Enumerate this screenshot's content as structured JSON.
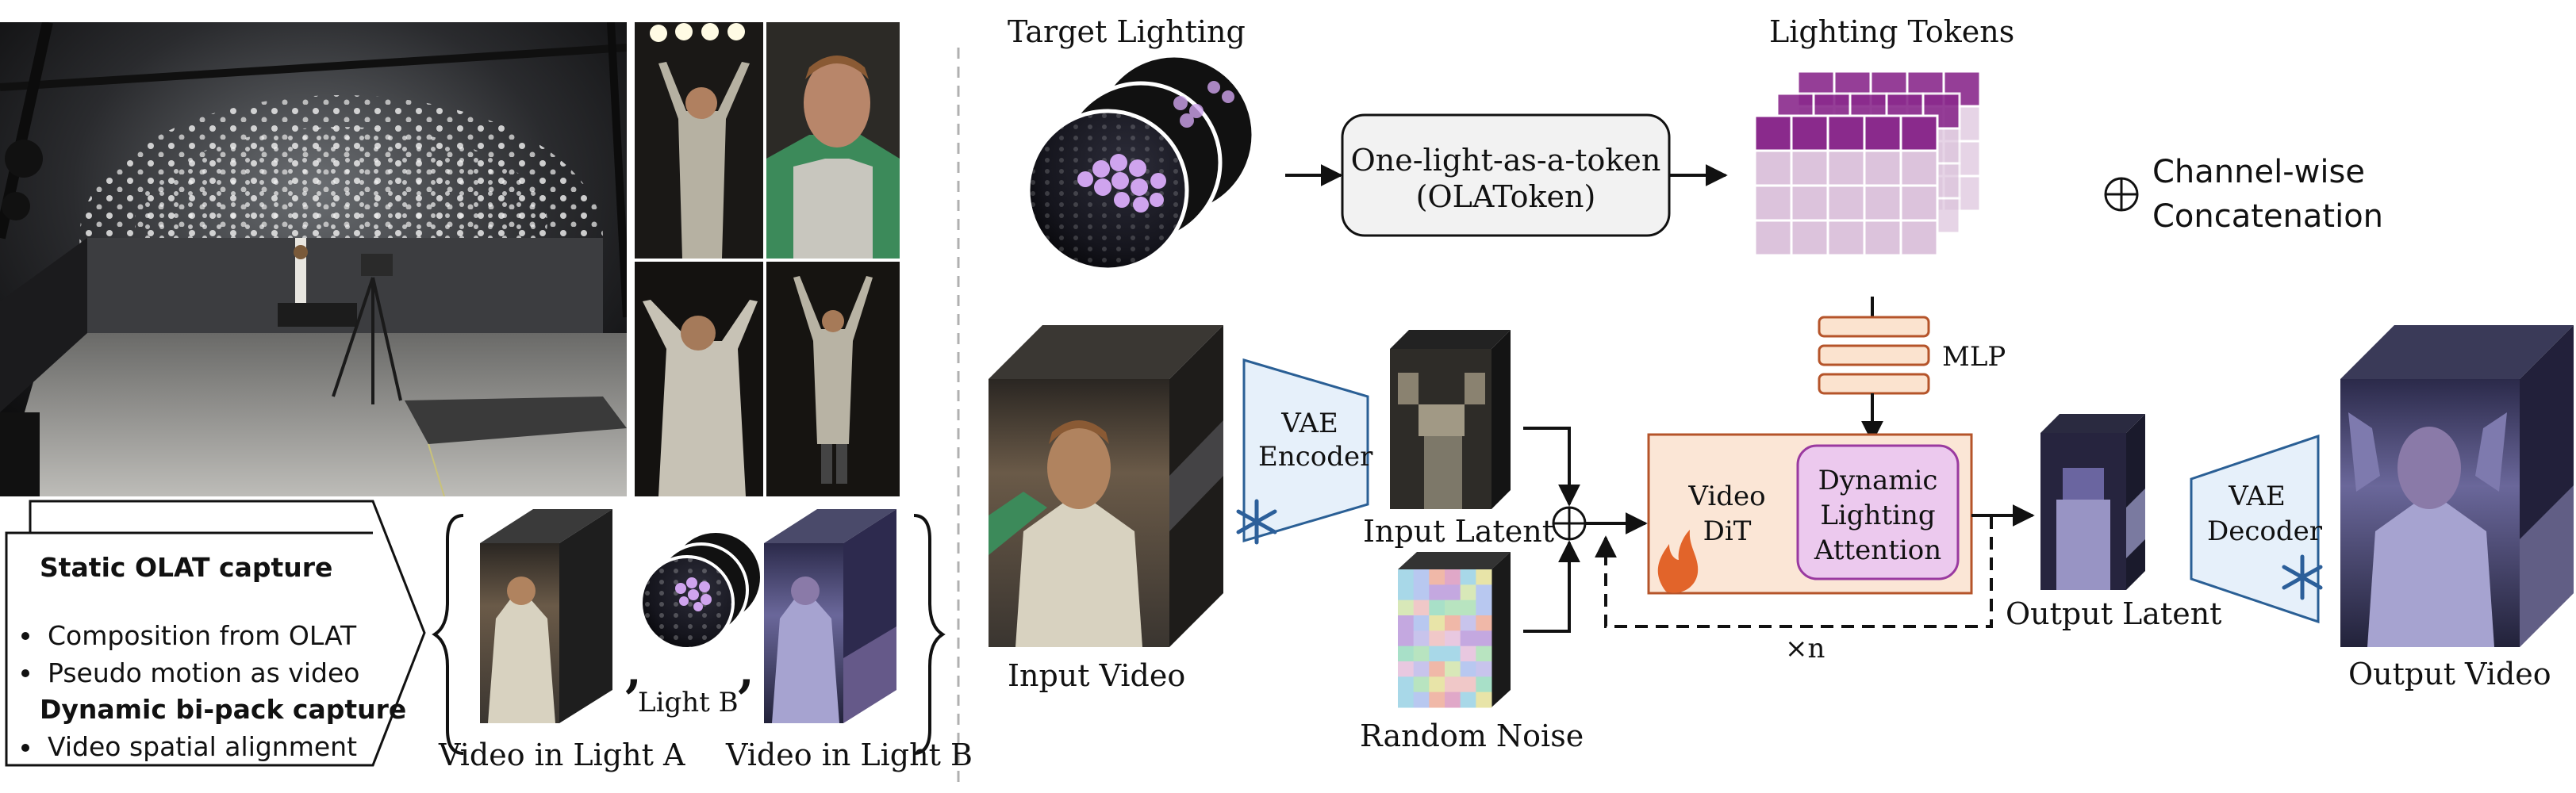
{
  "capture": {
    "heading_static": "Static OLAT capture",
    "bullet_1": "Composition from OLAT",
    "bullet_2": "Pseudo motion as video",
    "heading_dynamic": "Dynamic bi-pack capture",
    "bullet_3": "Video spatial alignment"
  },
  "pair": {
    "label_a": "Video in Light A",
    "label_b": "Video in Light B",
    "light_label": "Light B"
  },
  "pipeline": {
    "target_lighting": "Target Lighting",
    "olatoken_line1": "One-light-as-a-token",
    "olatoken_line2": "(OLAToken)",
    "lighting_tokens": "Lighting Tokens",
    "concat_line1": "Channel-wise",
    "concat_line2": "Concatenation",
    "mlp": "MLP",
    "input_video": "Input Video",
    "vae_encoder_line1": "VAE",
    "vae_encoder_line2": "Encoder",
    "input_latent": "Input Latent",
    "random_noise": "Random Noise",
    "video_dit_line1": "Video",
    "video_dit_line2": "DiT",
    "dla_line1": "Dynamic",
    "dla_line2": "Lighting",
    "dla_line3": "Attention",
    "times_n": "×n",
    "output_latent": "Output Latent",
    "vae_decoder_line1": "VAE",
    "vae_decoder_line2": "Decoder",
    "output_video": "Output Video"
  },
  "colors": {
    "token_dark": "#8a2a8c",
    "token_light": "#dcc3dc",
    "vae_fill": "#e6f0fa",
    "vae_stroke": "#2a5f95",
    "dit_fill": "#fbe6d6",
    "dit_stroke": "#b5542a",
    "dla_fill": "#ecc9ee",
    "dla_stroke": "#9a3aa0",
    "mlp_fill": "#fbe3cf",
    "mlp_stroke": "#b5542a",
    "snowflake": "#2c5f9a",
    "flame": "#e2642a"
  }
}
